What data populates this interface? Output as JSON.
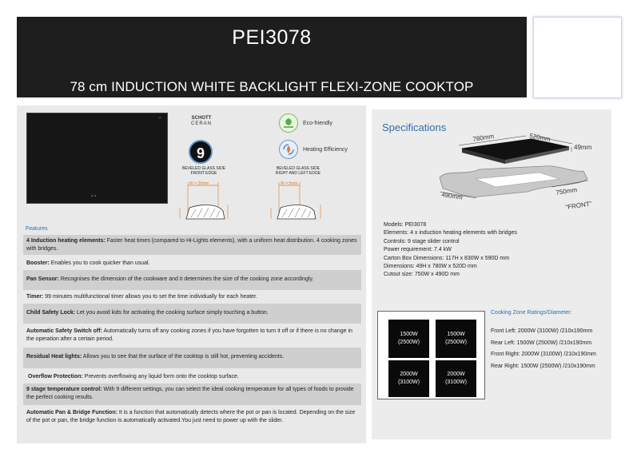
{
  "header": {
    "model": "PEI3078",
    "subtitle": "78 cm INDUCTION WHITE BACKLIGHT FLEXI-ZONE COOKTOP"
  },
  "brand": {
    "schott_line1": "SCHOTT",
    "schott_line2": "CERAN",
    "stage_digit": "9"
  },
  "badges": [
    {
      "label": "Eco-friendly",
      "icon": "leaf-hand-icon",
      "color": "#4caf50"
    },
    {
      "label": "Heating Efficiency",
      "icon": "flame-arrows-icon",
      "color": "#3f7fd0"
    }
  ],
  "bevels": {
    "front": {
      "title_line1": "BEVELED GLASS SIDE",
      "title_line2": "FRONT EDGE",
      "width_label": "W = 20mm"
    },
    "side": {
      "title_line1": "BEVELED GLASS SIDE",
      "title_line2": "RIGHT AND LEFT EDGE",
      "width_label": "W = 5mm"
    }
  },
  "features_heading": "Features",
  "features": [
    {
      "title": "4 Induction heating elements:",
      "text": " Faster heat times (compared to Hi-Lights elements), with a uniform heat distribution. 4 cooking zones with bridges."
    },
    {
      "title": "Booster:",
      "text": " Enables  you to cook quicker than usual."
    },
    {
      "title": "Pan Sensor:",
      "text": " Recognises the dimension of the cookware and it determines the size of the cooking zone accordingly."
    },
    {
      "title": "Timer:",
      "text": " 99 minutes multifunctional timer allows you to set the time individually for each heater."
    },
    {
      "title": "Child Safety Lock:",
      "text": " Let you avoid kids for activating the cooking surface simply touching a button."
    },
    {
      "title": "Automatic Safety Switch off:",
      "text": " Automatically turns off any cooking zones if you have forgotten to turn it off or if there is no change in the operation after a certain period."
    },
    {
      "title": "Residual Heat lights:",
      "text": " Allows you to see that the surface of the cooktop is still hot, preventing accidents."
    },
    {
      "title": "Overflow Protection:",
      "text": " Prevents overflowing any liquid form onto the cooktop surface."
    },
    {
      "title": "9 stage temperature control:",
      "text": " With 9 different settings, you can select the ideal cooking temperature  for all types of foods to provide the perfect cooking results."
    },
    {
      "title": "Automatic Pan & Bridge Function:",
      "text": " It is a function that automatically detects where the pot or pan is located. Depending on the size of the pot or pan, the bridge function is automatically activated.You just need to power up with the slider."
    }
  ],
  "specs": {
    "title": "Specifications",
    "dims": {
      "d780": "780mm",
      "d520": "520mm",
      "d49": "49mm",
      "d490": "490mm",
      "d750": "750mm",
      "front": "“FRONT”"
    },
    "lines": [
      "Models:  PEI3078",
      "Elements:  4 x  induction heating elements with bridges",
      "Controls:   9 stage slider control",
      "Power requirement:   7.4 kW",
      "Carton Box Dimensions:  117H x 830W x 590D mm",
      "Dimensions:  49H x 780W x 520D mm",
      "Cutout size:  750W x 490D mm"
    ]
  },
  "zones": [
    {
      "line1": "1500W",
      "line2": "(2500W)"
    },
    {
      "line1": "1500W",
      "line2": "(2500W)"
    },
    {
      "line1": "2000W",
      "line2": "(3100W)"
    },
    {
      "line1": "2000W",
      "line2": "(3100W)"
    }
  ],
  "ratings": {
    "heading": "Cooking Zone Ratings/Diameter:",
    "lines": [
      "Front Left: 2000W (3100W) /210x190mm",
      "Rear Left: 1500W (2500W) /210x190mm",
      "Front Right: 2000W (3100W) /210x190mm",
      "Rear Right: 1500W (2500W) /210x190mm"
    ]
  }
}
